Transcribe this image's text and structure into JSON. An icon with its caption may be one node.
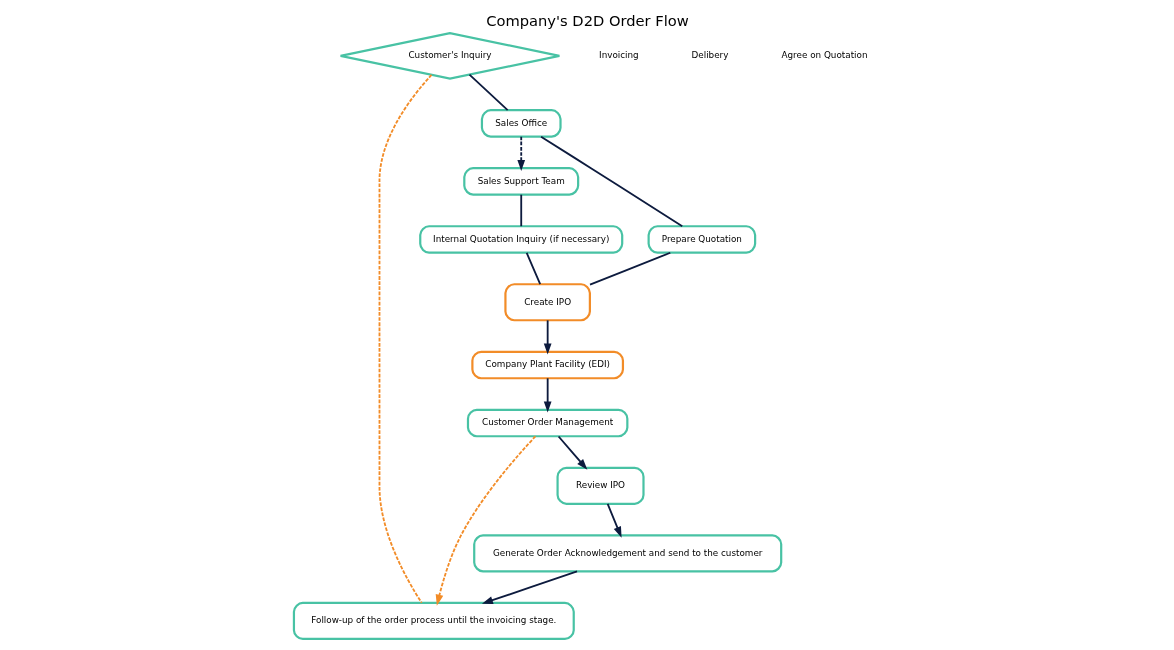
{
  "diagram": {
    "title": "Company's D2D Order Flow",
    "nodes": [
      {
        "text": [
          "Customer's Inquiry"
        ]
      },
      {
        "text": [
          "Follow-up of the order process until the invoicing stage."
        ]
      },
      {
        "text": [
          "Sales Support Team"
        ]
      },
      {
        "text": [
          "Sales Office"
        ]
      },
      {
        "text": [
          "Generate Order Acknowledgement and send to the customer"
        ]
      },
      {
        "text": [
          "Internal Quotation Inquiry (if necessary)"
        ]
      },
      {
        "text": [
          "Prepare Quotation"
        ]
      },
      {
        "text": [
          "Review IPO"
        ]
      },
      {
        "text": [
          "Create IPO"
        ]
      },
      {
        "text": [
          "Company Plant Facility (EDI)"
        ]
      },
      {
        "text": [
          "Customer Order Management"
        ]
      }
    ],
    "edges": [
      {
        "from": 0,
        "to": 1,
        "arrow": "none",
        "style": "dashed",
        "color": "#f28c28"
      },
      {
        "from": 10,
        "to": 1,
        "arrow": "to",
        "style": "dashed",
        "color": "#f28c28"
      },
      {
        "from": 0,
        "to": 3,
        "arrow": "none"
      },
      {
        "from": 3,
        "to": 2,
        "arrow": "to",
        "style": "dashed"
      },
      {
        "from": 2,
        "to": 5,
        "arrow": "none"
      },
      {
        "from": 3,
        "to": 6,
        "arrow": "none"
      },
      {
        "from": 5,
        "to": 8,
        "arrow": "none"
      },
      {
        "from": 6,
        "to": 8,
        "arrow": "none"
      },
      {
        "from": 8,
        "to": 9,
        "arrow": "to"
      },
      {
        "from": 9,
        "to": 10,
        "arrow": "to"
      },
      {
        "from": 10,
        "to": 7,
        "arrow": "to"
      },
      {
        "from": 7,
        "to": 4,
        "arrow": "to"
      },
      {
        "from": 4,
        "to": 1,
        "arrow": "to"
      }
    ],
    "labels": [
      "Invoicing",
      "Delibery",
      "Agree on Quotation"
    ]
  }
}
